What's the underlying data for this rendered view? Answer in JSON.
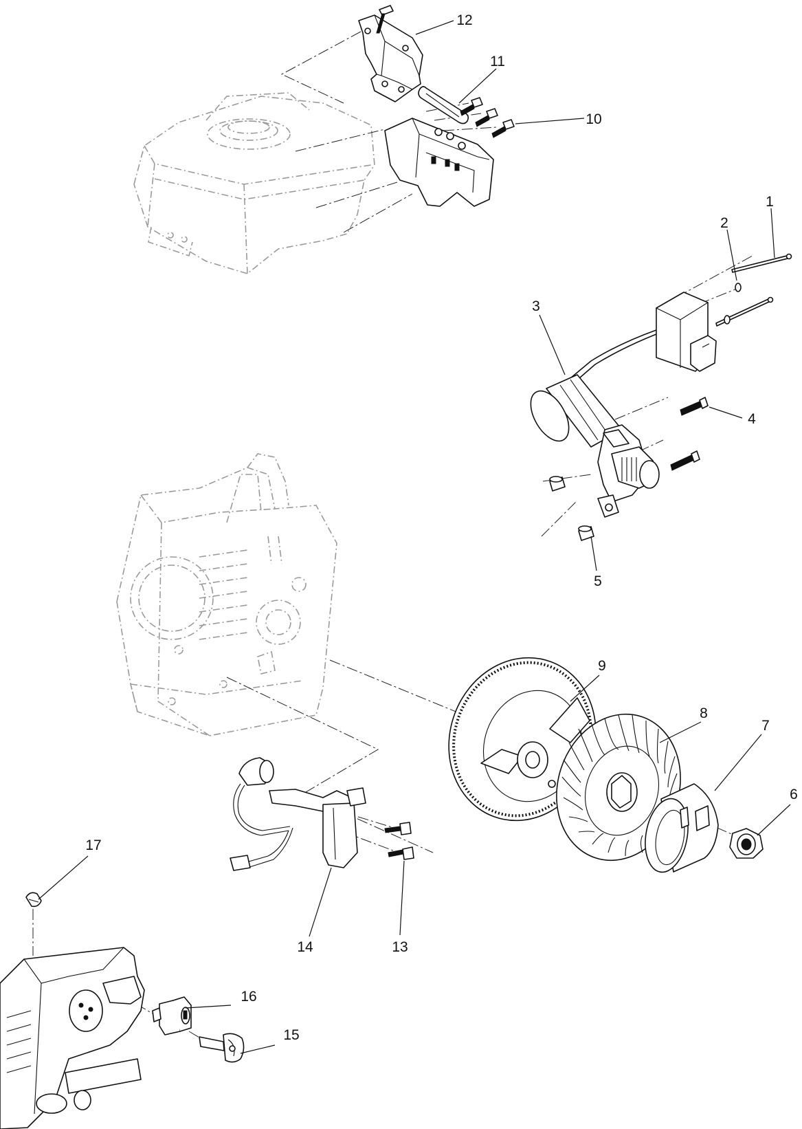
{
  "callouts": {
    "c1": "1",
    "c2": "2",
    "c3": "3",
    "c4": "4",
    "c5": "5",
    "c6": "6",
    "c7": "7",
    "c8": "8",
    "c9": "9",
    "c10": "10",
    "c11": "11",
    "c12": "12",
    "c13": "13",
    "c14": "14",
    "c15": "15",
    "c16": "16",
    "c17": "17"
  },
  "parts": {
    "p1": "mounting-bolt-icon",
    "p2": "washer-icon",
    "p3": "starter-motor-icon",
    "p4": "flange-bolt-icon",
    "p5": "dowel-bushing-icon",
    "p6": "flange-nut-icon",
    "p7": "starter-cup-icon",
    "p8": "cooling-fan-icon",
    "p9": "flywheel-icon",
    "p10": "screw-icon",
    "p11": "throttle-link-icon",
    "p12": "bracket-icon",
    "p13": "bolt-icon",
    "p14": "ignition-coil-icon",
    "p15": "ignition-key-icon",
    "p16": "key-switch-icon",
    "p17": "clip-icon"
  },
  "colors": {
    "line": "#111111",
    "ghost": "#9a9a9a",
    "background": "#ffffff"
  }
}
